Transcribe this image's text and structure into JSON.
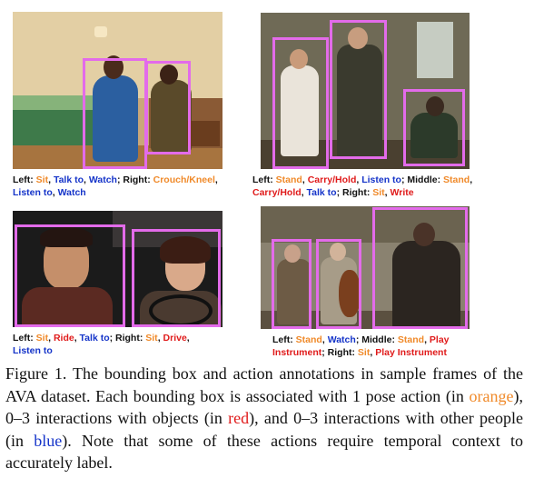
{
  "panels": [
    {
      "caption": [
        {
          "t": "Left: ",
          "k": "lbl"
        },
        {
          "t": "Sit",
          "k": "pose"
        },
        {
          "t": ", ",
          "k": "lbl"
        },
        {
          "t": "Talk to",
          "k": "peo"
        },
        {
          "t": ", ",
          "k": "lbl"
        },
        {
          "t": "Watch",
          "k": "peo"
        },
        {
          "t": "; Right: ",
          "k": "lbl"
        },
        {
          "t": "Crouch/Kneel",
          "k": "pose"
        },
        {
          "t": ",",
          "k": "lbl"
        },
        {
          "t": "BR",
          "k": "br"
        },
        {
          "t": "Listen to",
          "k": "peo"
        },
        {
          "t": ", ",
          "k": "lbl"
        },
        {
          "t": "Watch",
          "k": "peo"
        }
      ]
    },
    {
      "caption": [
        {
          "t": "Left: ",
          "k": "lbl"
        },
        {
          "t": "Stand",
          "k": "pose"
        },
        {
          "t": ", ",
          "k": "lbl"
        },
        {
          "t": "Carry/Hold",
          "k": "obj"
        },
        {
          "t": ", ",
          "k": "lbl"
        },
        {
          "t": "Listen to",
          "k": "peo"
        },
        {
          "t": "; Middle: ",
          "k": "lbl"
        },
        {
          "t": "Stand",
          "k": "pose"
        },
        {
          "t": ",",
          "k": "lbl"
        },
        {
          "t": "BR",
          "k": "br"
        },
        {
          "t": "Carry/Hold",
          "k": "obj"
        },
        {
          "t": ", ",
          "k": "lbl"
        },
        {
          "t": "Talk to",
          "k": "peo"
        },
        {
          "t": "; Right: ",
          "k": "lbl"
        },
        {
          "t": "Sit",
          "k": "pose"
        },
        {
          "t": ", ",
          "k": "lbl"
        },
        {
          "t": "Write",
          "k": "obj"
        }
      ]
    },
    {
      "caption": [
        {
          "t": "Left: ",
          "k": "lbl"
        },
        {
          "t": "Sit",
          "k": "pose"
        },
        {
          "t": ", ",
          "k": "lbl"
        },
        {
          "t": "Ride",
          "k": "obj"
        },
        {
          "t": ", ",
          "k": "lbl"
        },
        {
          "t": "Talk to",
          "k": "peo"
        },
        {
          "t": "; Right: ",
          "k": "lbl"
        },
        {
          "t": "Sit",
          "k": "pose"
        },
        {
          "t": ", ",
          "k": "lbl"
        },
        {
          "t": "Drive",
          "k": "obj"
        },
        {
          "t": ",",
          "k": "lbl"
        },
        {
          "t": "BR",
          "k": "br"
        },
        {
          "t": "Listen to",
          "k": "peo"
        }
      ]
    },
    {
      "caption": [
        {
          "t": "Left: ",
          "k": "lbl"
        },
        {
          "t": "Stand",
          "k": "pose"
        },
        {
          "t": ", ",
          "k": "lbl"
        },
        {
          "t": "Watch",
          "k": "peo"
        },
        {
          "t": "; Middle: ",
          "k": "lbl"
        },
        {
          "t": "Stand",
          "k": "pose"
        },
        {
          "t": ", ",
          "k": "lbl"
        },
        {
          "t": "Play",
          "k": "obj"
        },
        {
          "t": "BR",
          "k": "br"
        },
        {
          "t": "Instrument",
          "k": "obj"
        },
        {
          "t": "; Right: ",
          "k": "lbl"
        },
        {
          "t": "Sit",
          "k": "pose"
        },
        {
          "t": ", ",
          "k": "lbl"
        },
        {
          "t": "Play Instrument",
          "k": "obj"
        }
      ]
    }
  ],
  "figure_caption": {
    "runs": [
      {
        "t": "Figure 1. The bounding box and action annotations in sample frames of the AVA dataset. Each bounding box is associated with 1 pose action (in ",
        "k": "plain"
      },
      {
        "t": "orange",
        "k": "orange"
      },
      {
        "t": "), 0–3 interactions with objects (in ",
        "k": "plain"
      },
      {
        "t": "red",
        "k": "red"
      },
      {
        "t": "), and 0–3 interactions with other people (in ",
        "k": "plain"
      },
      {
        "t": "blue",
        "k": "blue"
      },
      {
        "t": "). Note that some of these actions require temporal context to accurately label.",
        "k": "plain"
      }
    ]
  },
  "colors": {
    "box": "#e36bea",
    "pose": "#f08a2a",
    "object": "#e01b1b",
    "people": "#1534c9"
  }
}
